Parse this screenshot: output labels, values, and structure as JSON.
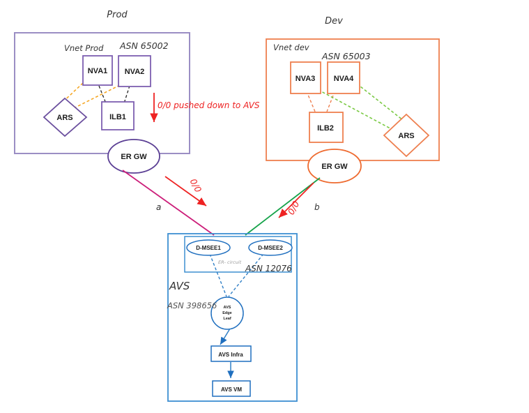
{
  "diagram": {
    "title_prod": "Prod",
    "title_dev": "Dev",
    "colors": {
      "prod_purple": "#9b8ec4",
      "prod_purple_dark": "#6f4fa8",
      "dev_orange": "#ee7f4f",
      "avs_blue": "#3d8fd1",
      "avs_blue_dark": "#1f6fbf",
      "red": "#ee2222",
      "magenta": "#cc1f7a",
      "green": "#16a34a",
      "orange_dash": "#f5a623",
      "green_dash": "#7ac943",
      "black_dash": "#222222",
      "grey_text": "#888888",
      "pencil": "#333333"
    }
  },
  "prod": {
    "vnet_label": "Vnet Prod",
    "asn_label": "ASN 65002",
    "nva1": "NVA1",
    "nva2": "NVA2",
    "ars": "ARS",
    "ilb": "ILB1",
    "ergw": "ER GW",
    "pushed_note": "0/0 pushed down to AVS"
  },
  "dev": {
    "vnet_label": "Vnet dev",
    "asn_label": "ASN 65003",
    "nva3": "NVA3",
    "nva4": "NVA4",
    "ars": "ARS",
    "ilb": "ILB2",
    "ergw": "ER GW"
  },
  "links": {
    "a_label": "a",
    "b_label": "b",
    "route_a": "0/0",
    "route_b": "0/0"
  },
  "avs": {
    "title": "AVS",
    "asn_label": "ASN 398656",
    "msee1": "D-MSEE1",
    "msee2": "D-MSEE2",
    "er_circuit": "ER- circuit",
    "er_asn": "ASN 12076",
    "edge_leaf_line1": "AVS",
    "edge_leaf_line2": "Edge",
    "edge_leaf_line3": "Leaf",
    "infra": "AVS Infra",
    "vm": "AVS VM"
  }
}
